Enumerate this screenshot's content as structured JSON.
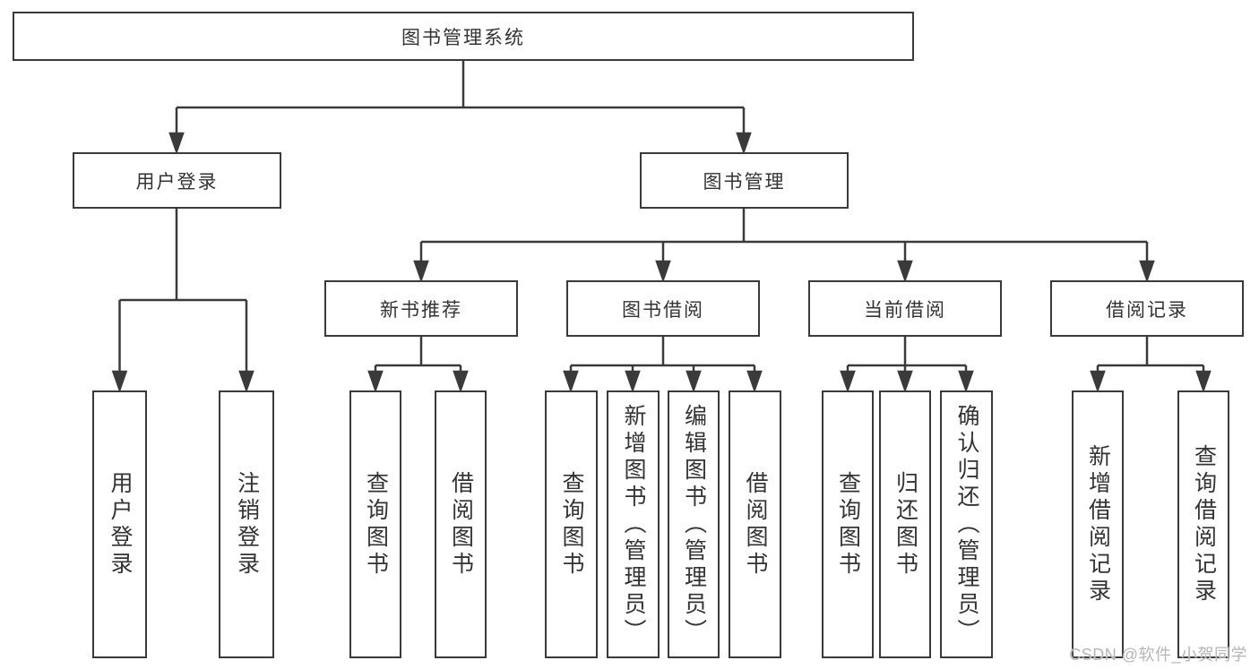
{
  "diagram_title": "图书管理系统",
  "tree": {
    "label": "图书管理系统",
    "children": [
      {
        "label": "用户登录",
        "children": [
          {
            "label": "用户登录"
          },
          {
            "label": "注销登录"
          }
        ]
      },
      {
        "label": "图书管理",
        "children": [
          {
            "label": "新书推荐",
            "children": [
              {
                "label": "查询图书"
              },
              {
                "label": "借阅图书"
              }
            ]
          },
          {
            "label": "图书借阅",
            "children": [
              {
                "label": "查询图书"
              },
              {
                "label": "新增图书（管理员）"
              },
              {
                "label": "编辑图书（管理员）"
              },
              {
                "label": "借阅图书"
              }
            ]
          },
          {
            "label": "当前借阅",
            "children": [
              {
                "label": "查询图书"
              },
              {
                "label": "归还图书"
              },
              {
                "label": "确认归还（管理员）"
              }
            ]
          },
          {
            "label": "借阅记录",
            "children": [
              {
                "label": "新增借阅记录"
              },
              {
                "label": "查询借阅记录"
              }
            ]
          }
        ]
      }
    ]
  },
  "watermark": {
    "text": "CSDN @软件_小贺同学"
  },
  "colors": {
    "line": "#3a3a3a",
    "text": "#333333",
    "watermark": "#b5b5b5",
    "background": "#ffffff"
  }
}
